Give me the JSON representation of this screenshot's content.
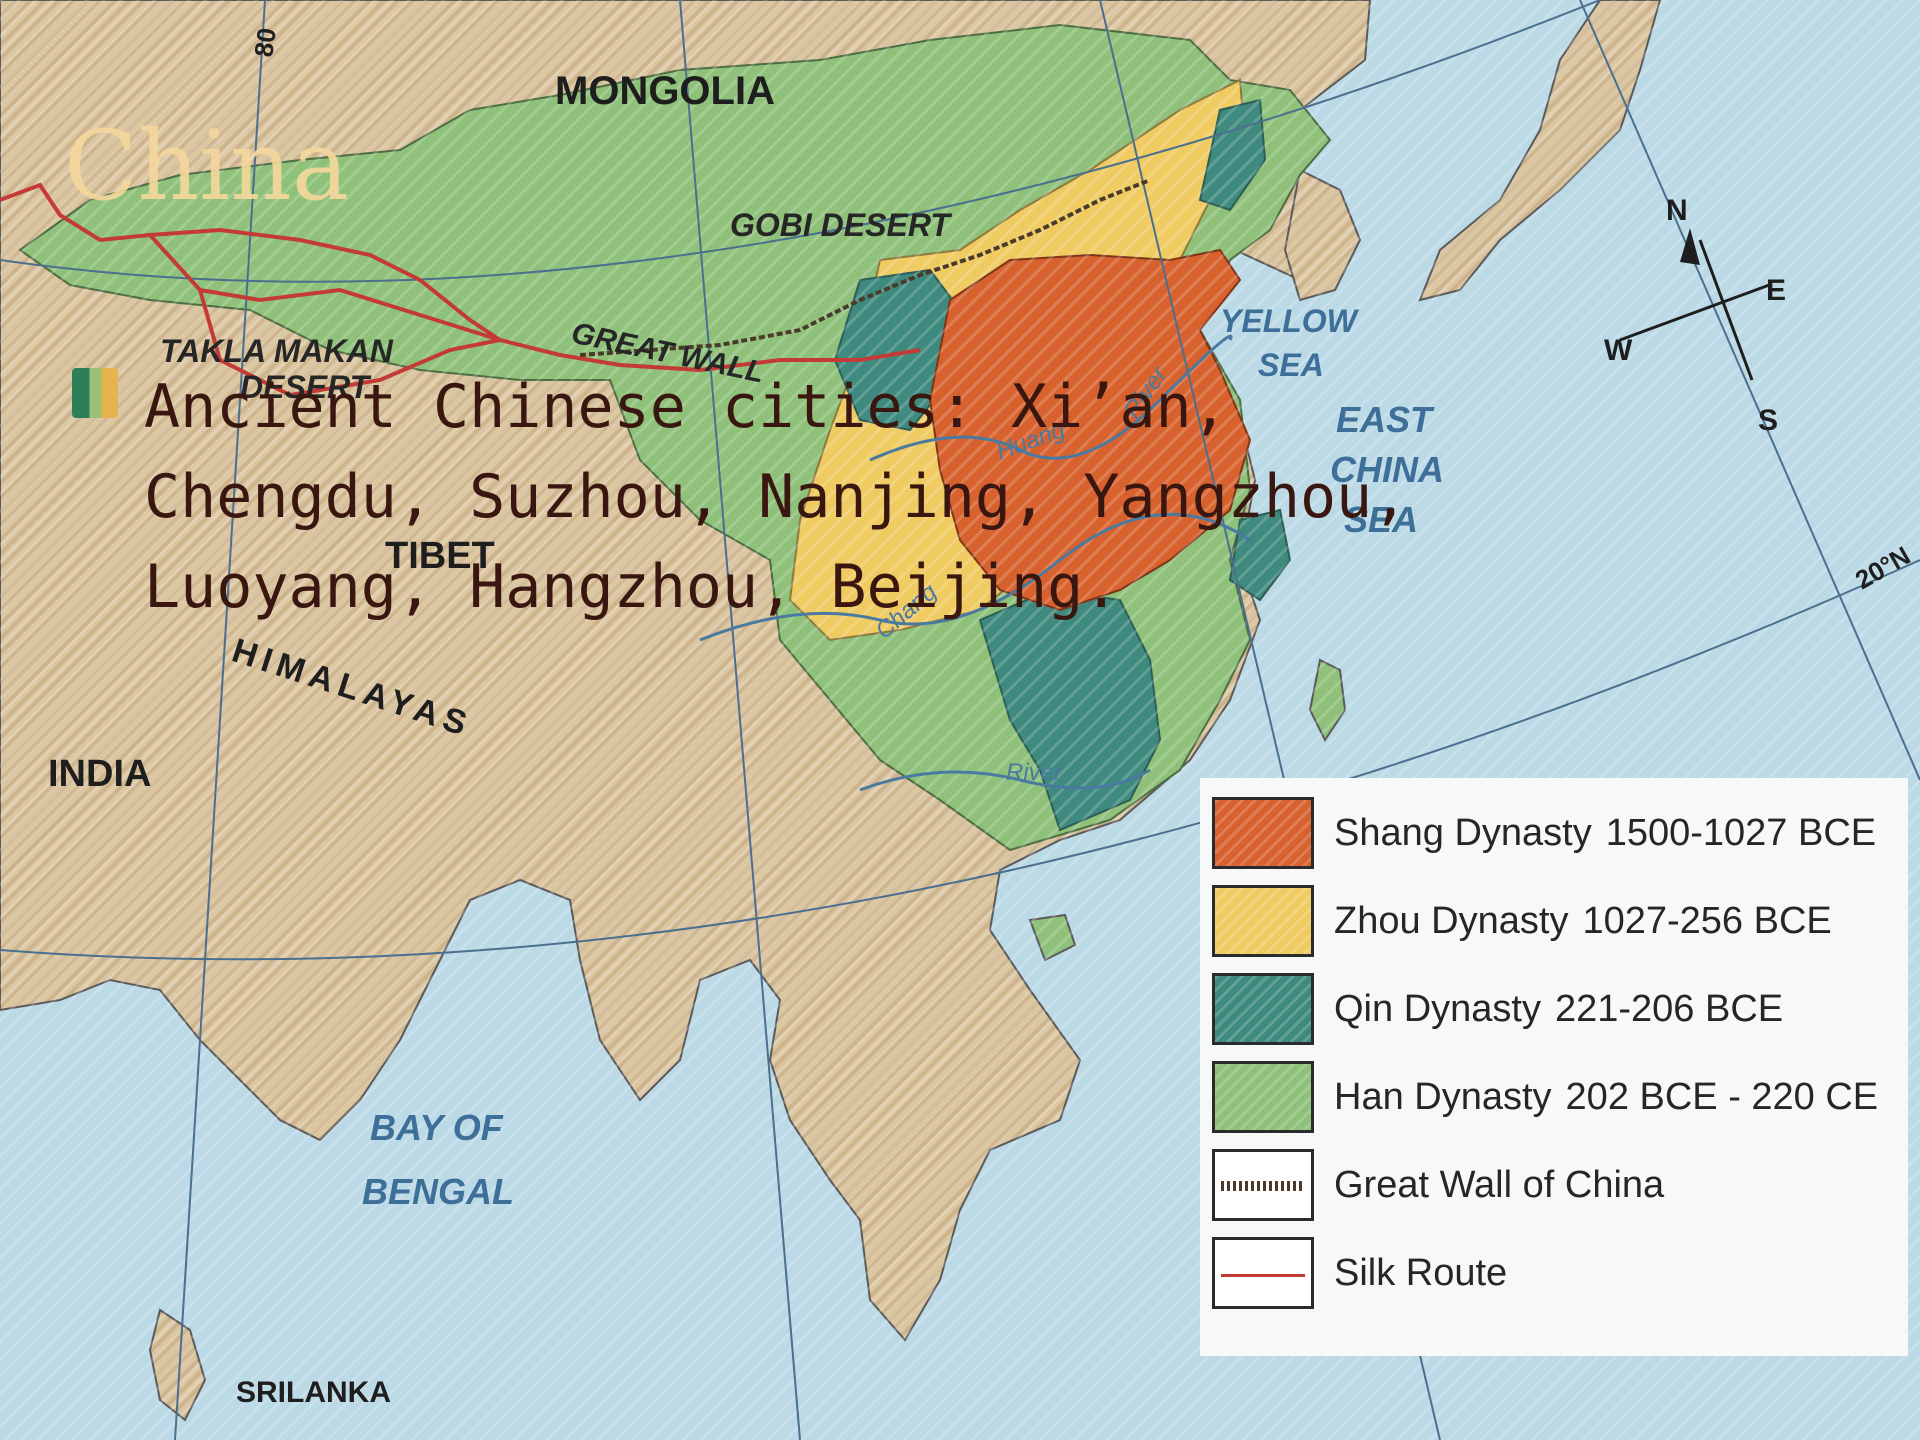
{
  "slide": {
    "title": "China",
    "bullet": "Ancient Chinese cities: Xi’an, Chengdu, Suzhou, Nanjing, Yangzhou, Luoyang, Hangzhou, Beijing."
  },
  "map": {
    "labels": {
      "mongolia": "MONGOLIA",
      "gobi": "GOBI DESERT",
      "taklamakan": "TAKLA MAKAN",
      "taklamakan_desert": "DESERT",
      "great_wall": "GREAT WALL",
      "tibet": "TIBET",
      "himalayas": "HIMALAYAS",
      "india": "INDIA",
      "yellow_sea_1": "YELLOW",
      "yellow_sea_2": "SEA",
      "east_china_1": "EAST",
      "east_china_2": "CHINA",
      "east_china_3": "SEA",
      "bay_1": "BAY OF",
      "bay_2": "BENGAL",
      "srilanka": "SRILANKA",
      "river_huang": "Huang",
      "river_he": "River",
      "river_chang": "Chang",
      "river_xi": "River",
      "lon_80": "80",
      "lat_20": "20°N"
    },
    "compass": {
      "n": "N",
      "e": "E",
      "s": "S",
      "w": "W"
    }
  },
  "legend": {
    "items": [
      {
        "name": "Shang Dynasty",
        "dates": "1500-1027 BCE",
        "color": "#d8622e",
        "kind": "fill"
      },
      {
        "name": "Zhou Dynasty",
        "dates": "1027-256 BCE",
        "color": "#efcb62",
        "kind": "fill"
      },
      {
        "name": "Qin Dynasty",
        "dates": "221-206 BCE",
        "color": "#3f8a7e",
        "kind": "fill"
      },
      {
        "name": "Han Dynasty",
        "dates": "202 BCE - 220 CE",
        "color": "#8fc17a",
        "kind": "fill"
      },
      {
        "name": "Great Wall of China",
        "dates": "",
        "color": "#4a3a2a",
        "kind": "wall"
      },
      {
        "name": "Silk Route",
        "dates": "",
        "color": "#c43a36",
        "kind": "route"
      }
    ]
  },
  "colors": {
    "land": "#dcc7a3",
    "water": "#bcd9e6",
    "shang": "#d8622e",
    "zhou": "#efcb62",
    "qin": "#3f8a7e",
    "han": "#8fc17a",
    "silk_route": "#c43a36"
  }
}
